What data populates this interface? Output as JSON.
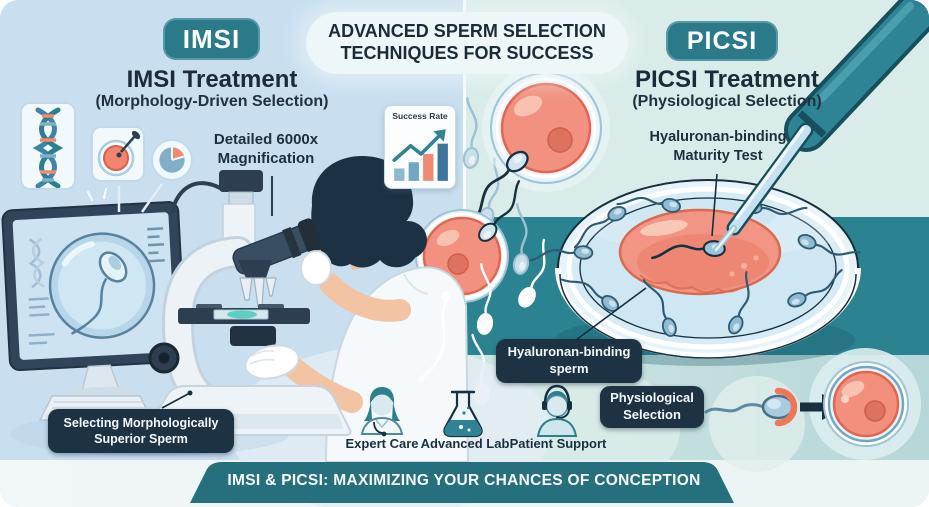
{
  "header": {
    "title": "ADVANCED SPERM SELECTION TECHNIQUES FOR SUCCESS"
  },
  "imsi": {
    "badge": "IMSI",
    "title": "IMSI Treatment",
    "subtitle": "(Morphology-Driven Selection)",
    "magnification": "Detailed 6000x Magnification",
    "success_label": "Success Rate",
    "selection": "Selecting Morphologically Superior Sperm"
  },
  "picsi": {
    "badge": "PICSI",
    "title": "PICSI Treatment",
    "subtitle": "(Physiological Selection)",
    "maturity": "Hyaluronan-binding Maturity Test",
    "binding": "Hyaluronan-binding sperm",
    "physiological": "Physiological Selection"
  },
  "features": [
    {
      "label": "Expert Care",
      "icon": "doctor-icon"
    },
    {
      "label": "Advanced Lab",
      "icon": "flask-icon"
    },
    {
      "label": "Patient Support",
      "icon": "headset-icon"
    }
  ],
  "footer": {
    "title": "IMSI & PICSI: MAXIMIZING YOUR CHANCES OF CONCEPTION"
  },
  "colors": {
    "badge_teal": "#2b7a8a",
    "band_teal": "#2b8291",
    "footer_teal": "#266f7c",
    "dark_label_navy": "#1d3243",
    "heading_navy": "#1c2b3a",
    "left_bg": "#c9dff0",
    "right_bg": "#d9ece9",
    "egg_coral": "#f29180"
  }
}
